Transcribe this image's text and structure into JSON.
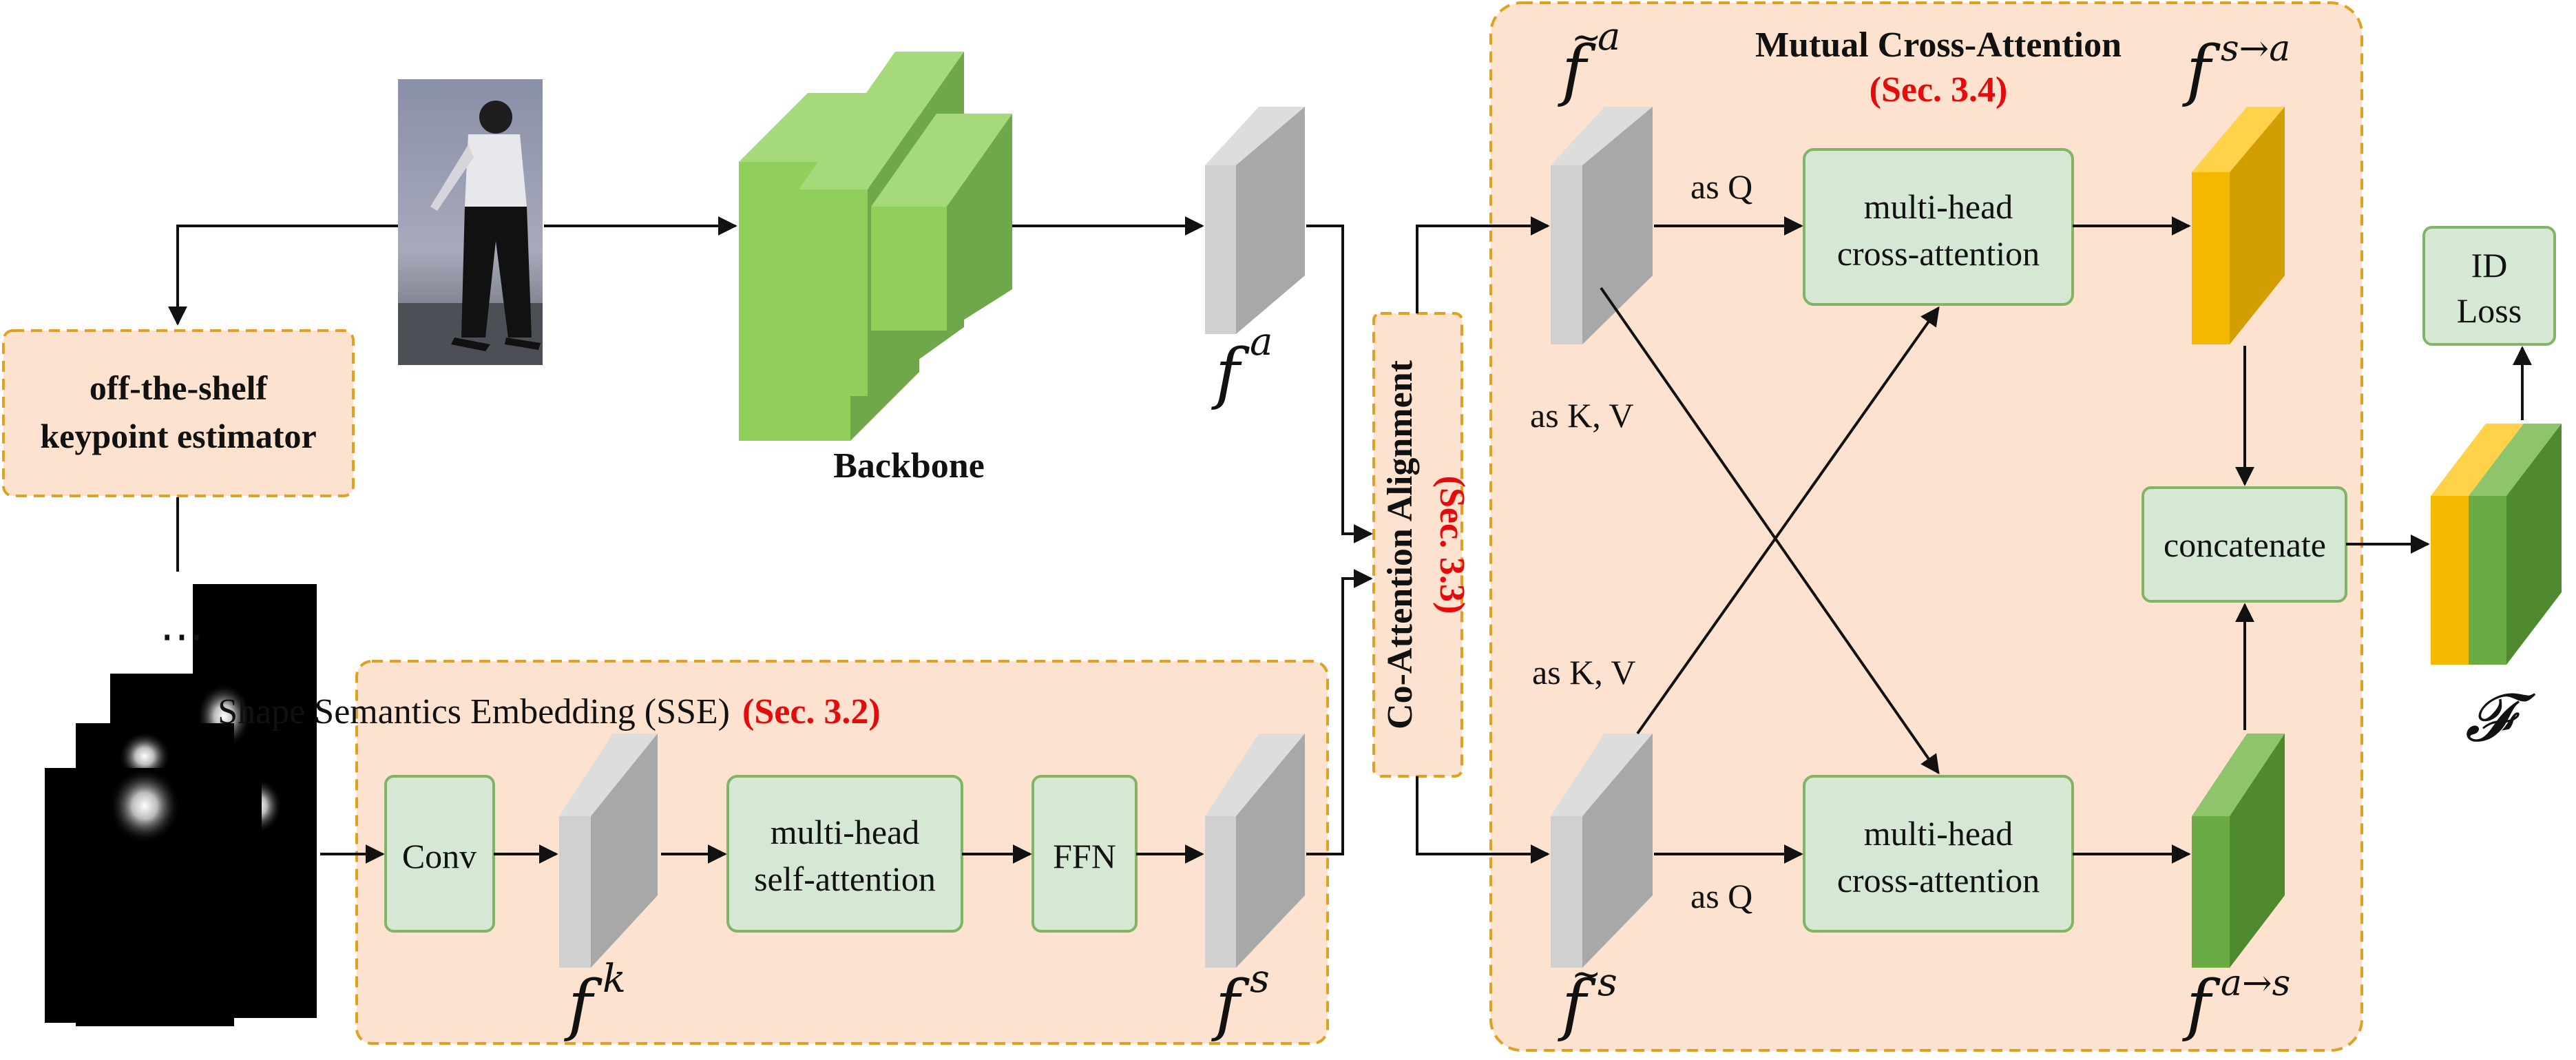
{
  "keypoint_estimator": {
    "line1": "off-the-shelf",
    "line2": "keypoint estimator"
  },
  "backbone_label": "Backbone",
  "fa_label": {
    "base": "f",
    "sup": "a"
  },
  "sse": {
    "title": "Shape Semantics Embedding (SSE)",
    "sec": "(Sec. 3.2)"
  },
  "conv_label": "Conv",
  "fk_label": {
    "base": "f",
    "sup": "k"
  },
  "self_attention": {
    "line1": "multi-head",
    "line2": "self-attention"
  },
  "ffn_label": "FFN",
  "fs_label": {
    "base": "f",
    "sup": "s"
  },
  "coattention": {
    "title": "Co-Attention Alignment",
    "sec": "(Sec. 3.3)"
  },
  "mca": {
    "title": "Mutual Cross-Attention",
    "sec": "(Sec. 3.4)"
  },
  "fa_tilde_label": {
    "base": "f",
    "sup": "a",
    "tilde": "~"
  },
  "fs_tilde_label": {
    "base": "f",
    "sup": "s",
    "tilde": "~"
  },
  "as_q_top": "as Q",
  "as_q_bottom": "as Q",
  "as_kv_top": "as K, V",
  "as_kv_bottom": "as K, V",
  "cross_attention_top": {
    "line1": "multi-head",
    "line2": "cross-attention"
  },
  "cross_attention_bottom": {
    "line1": "multi-head",
    "line2": "cross-attention"
  },
  "fsa_label": {
    "base": "f",
    "sup": "s→a"
  },
  "fas_label": {
    "base": "f",
    "sup": "a→s"
  },
  "concatenate_label": "concatenate",
  "id_loss": {
    "line1": "ID",
    "line2": "Loss"
  },
  "final_feature_label": "𝓕",
  "ellipsis": "⋯",
  "colors": {
    "orange_fill": "#fde3cf",
    "orange_border": "#e0a020",
    "green_fill": "#d5e8d4",
    "green_border": "#82b366",
    "backbone_green": "#7cc046",
    "gray_block": "#b4b4b4",
    "yellow_block": "#f5b800",
    "dark_green_block": "#5e9e3c",
    "red_text": "#e30b0b"
  }
}
